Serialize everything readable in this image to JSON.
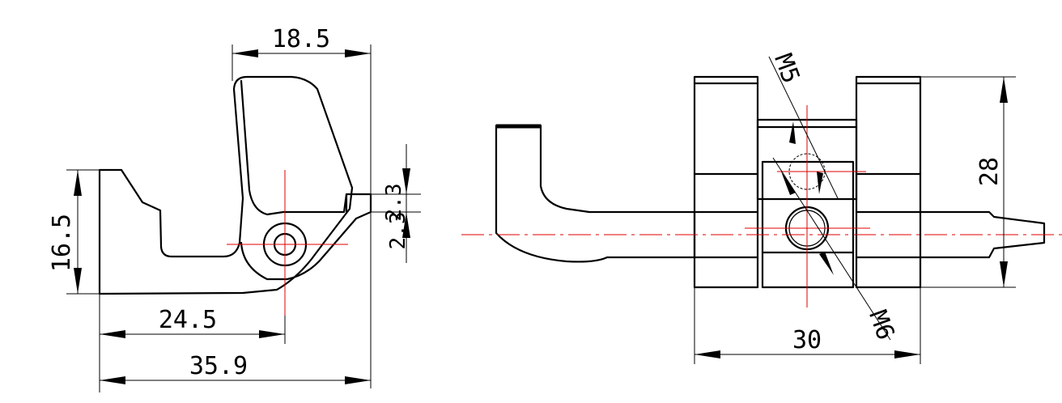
{
  "left_view": {
    "dim_top": "18.5",
    "dim_height": "16.5",
    "dim_offset_upper": "2.3",
    "dim_offset_lower": "2.3",
    "dim_pivot": "24.5",
    "dim_overall": "35.9"
  },
  "right_view": {
    "dim_width": "30",
    "dim_height": "28",
    "thread_upper": "M5",
    "thread_lower": "M6"
  }
}
